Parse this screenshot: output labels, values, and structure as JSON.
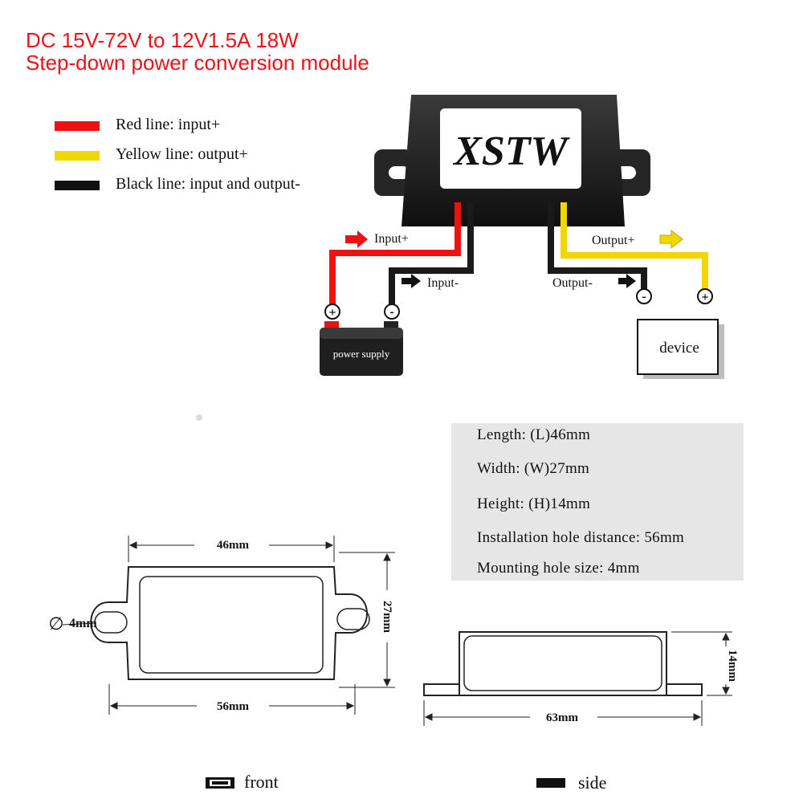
{
  "title": {
    "line1": "DC 15V-72V to 12V1.5A 18W",
    "line2": "Step-down power conversion module"
  },
  "legend": [
    {
      "label": "Red line: input+",
      "color": "#ee1111"
    },
    {
      "label": "Yellow line: output+",
      "color": "#f2d600"
    },
    {
      "label": "Black line: input and output-",
      "color": "#111111"
    }
  ],
  "wiring": {
    "brand_logo": "XSTW",
    "input_plus": "Input+",
    "input_minus": "Input-",
    "output_plus": "Output+",
    "output_minus": "Output-",
    "power_supply": "power supply",
    "device": "device",
    "plus_symbol": "+",
    "minus_symbol": "-"
  },
  "specs": [
    "Length: (L)46mm",
    "Width: (W)27mm",
    "Height: (H)14mm",
    "Installation hole distance: 56mm",
    "Mounting hole size: 4mm"
  ],
  "dimensions": {
    "front_width": "46mm",
    "front_height": "27mm",
    "hole_distance": "56mm",
    "hole_size": "4mm",
    "hole_symbol": "∅",
    "side_width": "63mm",
    "side_height": "14mm"
  },
  "views": {
    "front": "front",
    "side": "side"
  },
  "colors": {
    "title": "#e8141a",
    "red_wire": "#ee1111",
    "yellow_wire": "#f2d600",
    "black_wire": "#1a1a1a"
  }
}
